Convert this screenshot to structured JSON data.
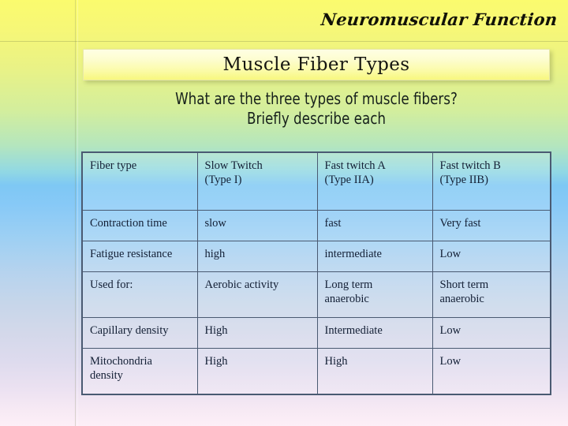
{
  "header": {
    "running_title": "Neuromuscular Function"
  },
  "title": {
    "text": "Muscle Fiber Types"
  },
  "subtitle": {
    "line1": "What are the three types of muscle fibers?",
    "line2": "Briefly describe each"
  },
  "colors": {
    "background_top": "#fbfb6e",
    "background_mid": "#7ec8f4",
    "background_bottom": "#fdeff7",
    "title_box_top": "#ffffe4",
    "title_box_bottom": "#f7f77e",
    "table_border": "#4a5a72",
    "table_text": "#131f35"
  },
  "table": {
    "columns": [
      {
        "line1": "Fiber type",
        "line2": ""
      },
      {
        "line1": "Slow Twitch",
        "line2": "(Type I)"
      },
      {
        "line1": "Fast twitch A",
        "line2": "(Type IIA)"
      },
      {
        "line1": "Fast twitch B",
        "line2": "(Type IIB)"
      }
    ],
    "rows": [
      {
        "label": {
          "line1": "Contraction time",
          "line2": ""
        },
        "cells": [
          {
            "line1": "slow",
            "line2": ""
          },
          {
            "line1": "fast",
            "line2": ""
          },
          {
            "line1": "Very fast",
            "line2": ""
          }
        ]
      },
      {
        "label": {
          "line1": "Fatigue resistance",
          "line2": ""
        },
        "cells": [
          {
            "line1": "high",
            "line2": ""
          },
          {
            "line1": "intermediate",
            "line2": ""
          },
          {
            "line1": "Low",
            "line2": ""
          }
        ]
      },
      {
        "label": {
          "line1": "Used for:",
          "line2": ""
        },
        "cells": [
          {
            "line1": "Aerobic activity",
            "line2": ""
          },
          {
            "line1": "Long term",
            "line2": "anaerobic"
          },
          {
            "line1": "Short term",
            "line2": "anaerobic"
          }
        ]
      },
      {
        "label": {
          "line1": "Capillary density",
          "line2": ""
        },
        "cells": [
          {
            "line1": "High",
            "line2": ""
          },
          {
            "line1": "Intermediate",
            "line2": ""
          },
          {
            "line1": "Low",
            "line2": ""
          }
        ]
      },
      {
        "label": {
          "line1": "Mitochondria",
          "line2": "density"
        },
        "cells": [
          {
            "line1": "High",
            "line2": ""
          },
          {
            "line1": "High",
            "line2": ""
          },
          {
            "line1": "Low",
            "line2": ""
          }
        ]
      }
    ]
  }
}
